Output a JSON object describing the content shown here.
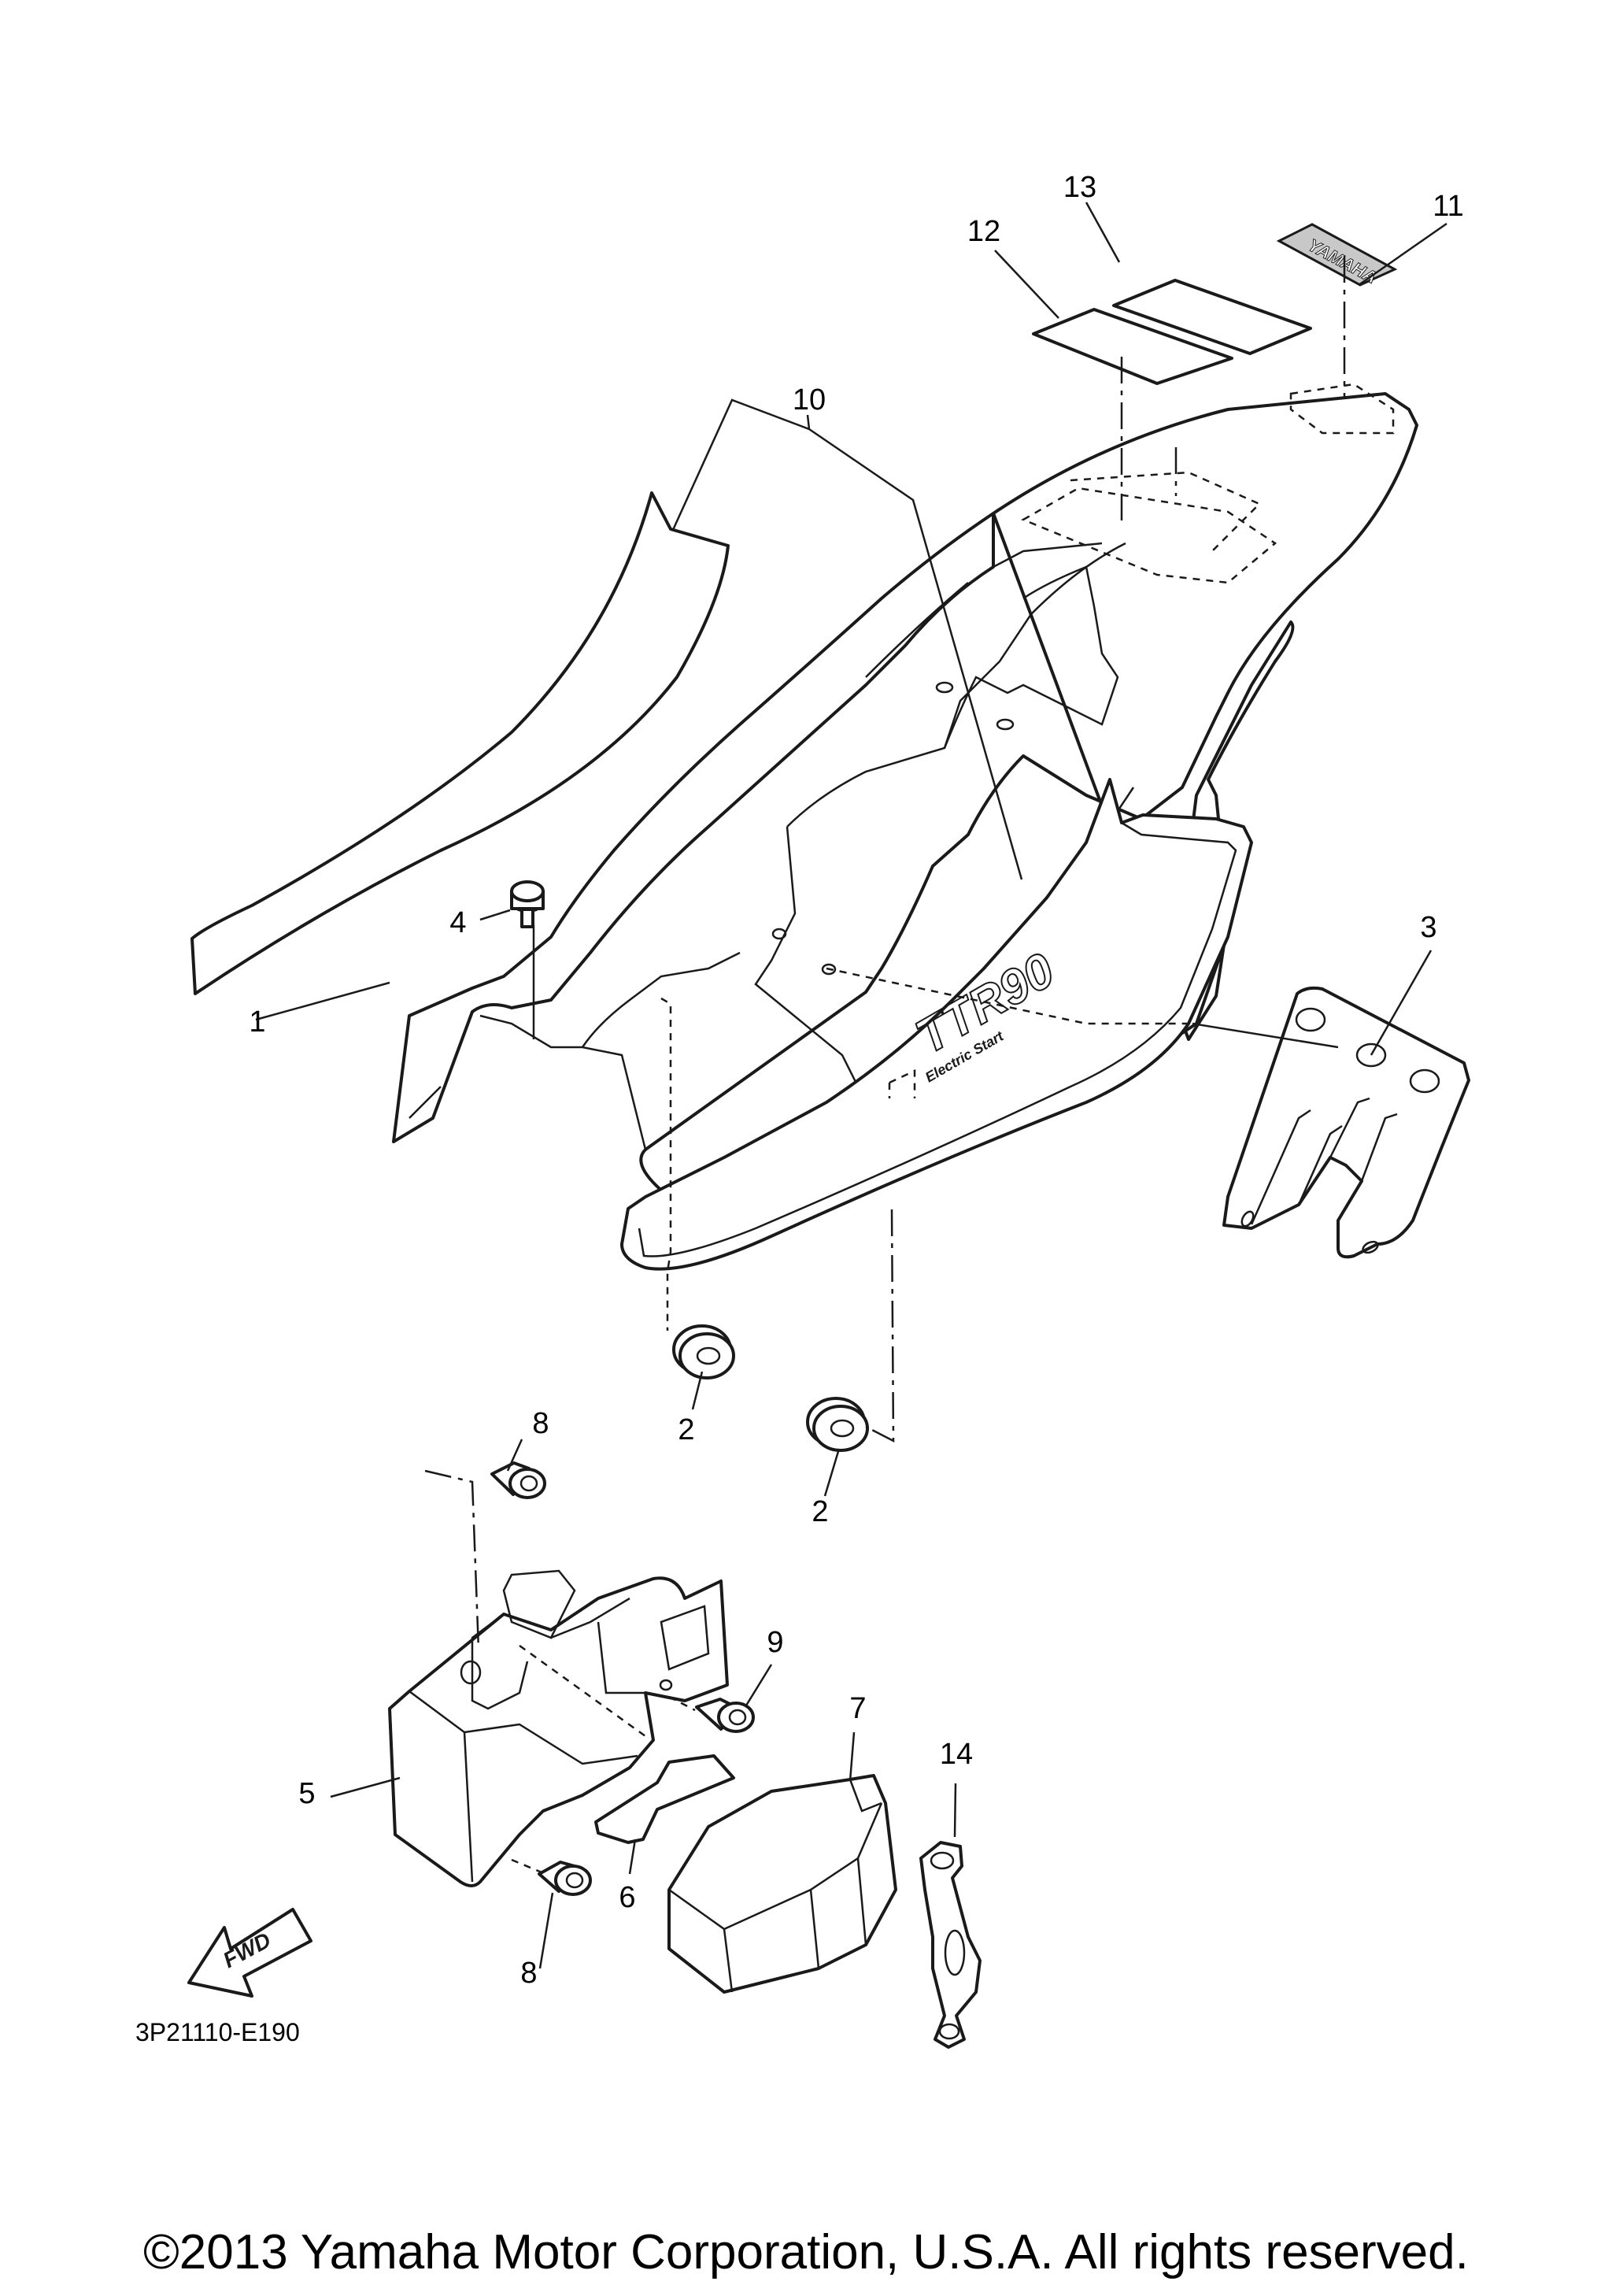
{
  "diagram_code": "3P21110-E190",
  "copyright": "©2013 Yamaha Motor Corporation, U.S.A. All rights reserved.",
  "emblem_text": "YAMAHA",
  "cover_logo": {
    "model": "TTR90",
    "sub": "Electric Start"
  },
  "fwd_label": "FWD",
  "callouts": [
    {
      "id": "callout-1",
      "text": "1"
    },
    {
      "id": "callout-2a",
      "text": "2"
    },
    {
      "id": "callout-2b",
      "text": "2"
    },
    {
      "id": "callout-3",
      "text": "3"
    },
    {
      "id": "callout-4",
      "text": "4"
    },
    {
      "id": "callout-5",
      "text": "5"
    },
    {
      "id": "callout-6",
      "text": "6"
    },
    {
      "id": "callout-7",
      "text": "7"
    },
    {
      "id": "callout-8a",
      "text": "8"
    },
    {
      "id": "callout-8b",
      "text": "8"
    },
    {
      "id": "callout-9",
      "text": "9"
    },
    {
      "id": "callout-10",
      "text": "10"
    },
    {
      "id": "callout-11",
      "text": "11"
    },
    {
      "id": "callout-12",
      "text": "12"
    },
    {
      "id": "callout-13",
      "text": "13"
    },
    {
      "id": "callout-14",
      "text": "14"
    }
  ]
}
